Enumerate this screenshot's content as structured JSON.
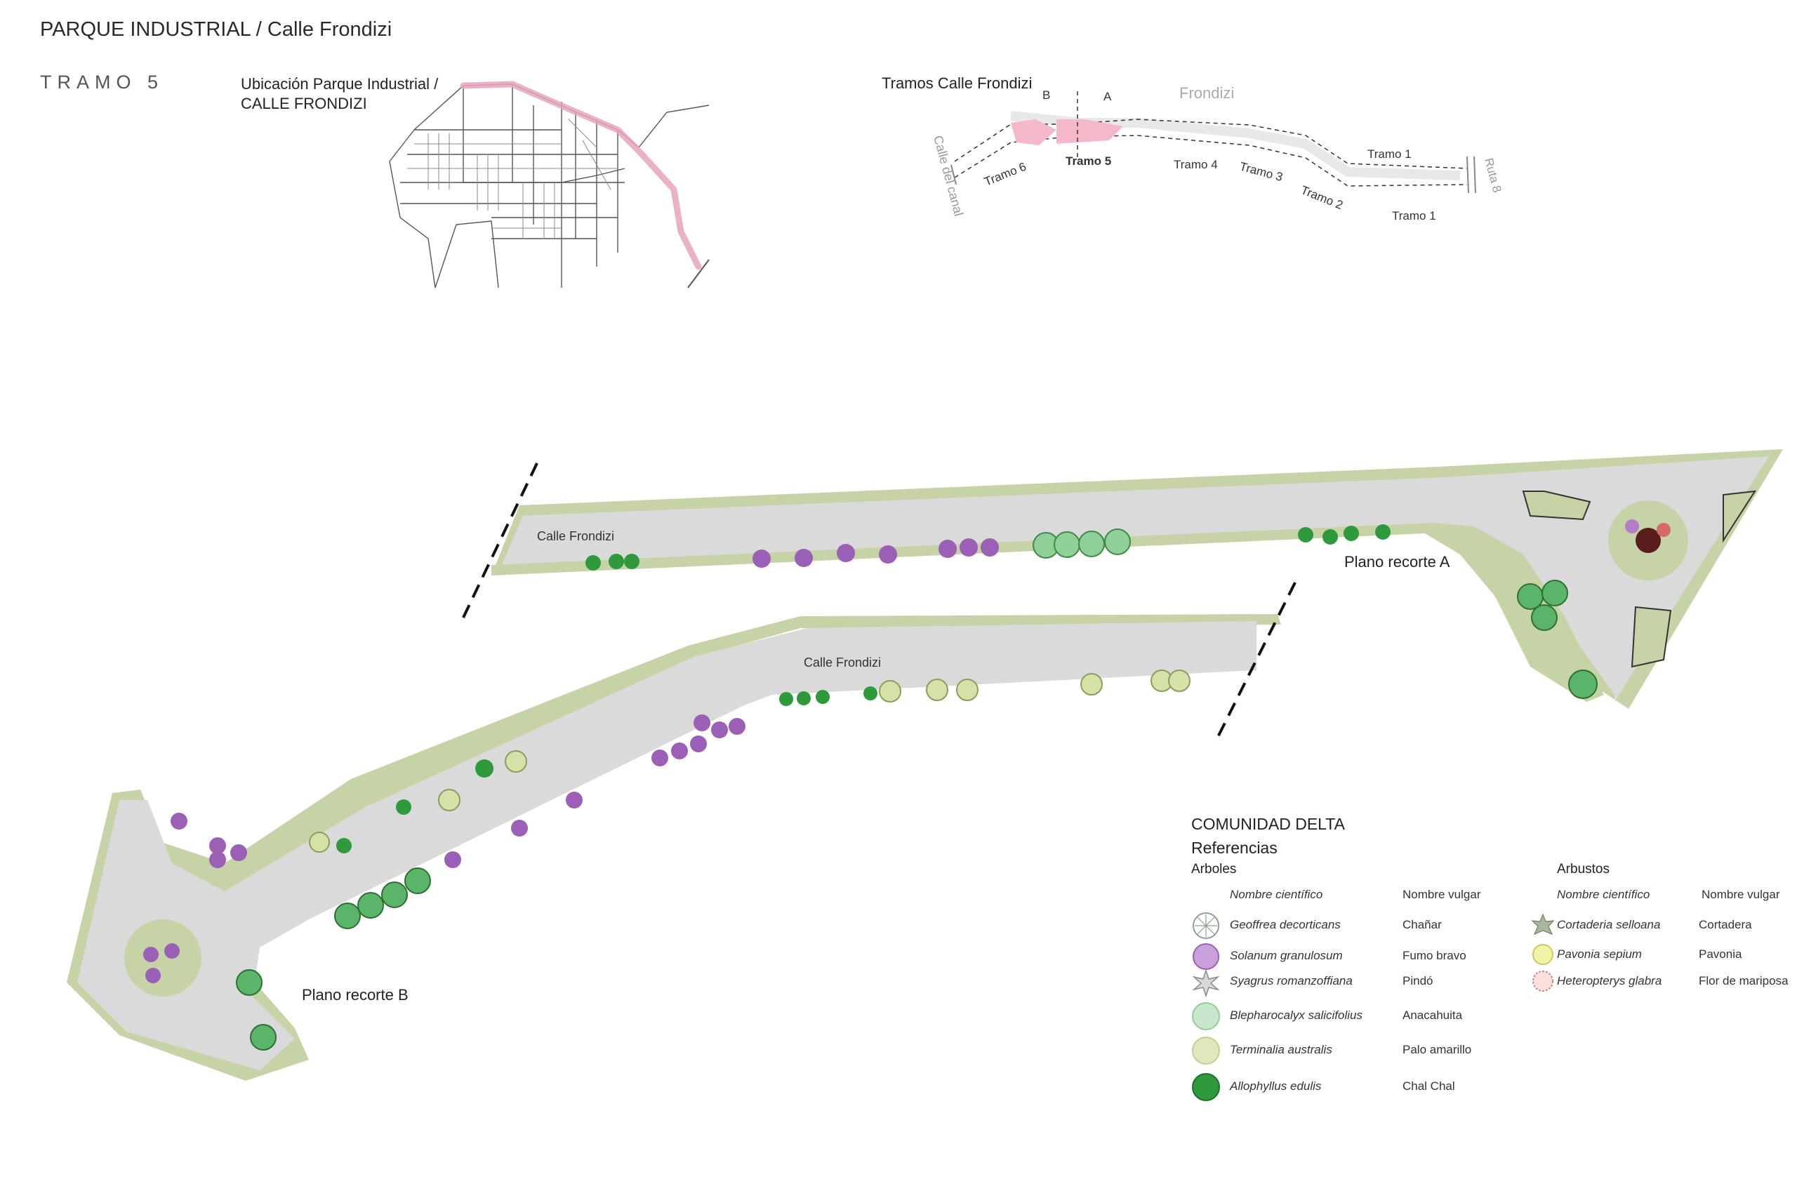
{
  "header": {
    "title": "PARQUE INDUSTRIAL / Calle Frondizi",
    "section": "TRAMO 5"
  },
  "location_map": {
    "title_line1": "Ubicación Parque Industrial /",
    "title_line2": "CALLE FRONDIZI",
    "highlight_color": "#e8a3bd"
  },
  "segments_map": {
    "title": "Tramos Calle Frondizi",
    "labels": {
      "b": "B",
      "a": "A",
      "frondizi": "Frondizi",
      "calle_canal": "Calle del canal",
      "tramo6": "Tramo 6",
      "tramo5": "Tramo 5",
      "tramo4": "Tramo 4",
      "tramo3": "Tramo 3",
      "tramo2": "Tramo 2",
      "tramo1_top": "Tramo 1",
      "tramo1_bottom": "Tramo 1",
      "ruta8": "Ruta 8"
    },
    "highlight_color": "#f4b8c8"
  },
  "plan": {
    "street_label_a": "Calle Frondizi",
    "street_label_b": "Calle Frondizi",
    "recorte_a": "Plano recorte A",
    "recorte_b": "Plano recorte B",
    "road_color": "#d9d9d9",
    "verge_color": "#c5d3a6"
  },
  "legend": {
    "heading1": "COMUNIDAD DELTA",
    "heading2": "Referencias",
    "trees_title": "Arboles",
    "shrubs_title": "Arbustos",
    "col_scientific": "Nombre científico",
    "col_common": "Nombre vulgar",
    "trees": [
      {
        "scientific": "Geoffrea decorticans",
        "common": "Chañar",
        "icon": "geoffrea-icon",
        "color": "#ffffff"
      },
      {
        "scientific": "Solanum granulosum",
        "common": "Fumo bravo",
        "icon": "solanum-icon",
        "color": "#b57dc9"
      },
      {
        "scientific": "Syagrus romanzoffiana",
        "common": "Pindó",
        "icon": "syagrus-icon",
        "color": "#bdbdbd"
      },
      {
        "scientific": "Blepharocalyx salicifolius",
        "common": "Anacahuita",
        "icon": "blepharocalyx-icon",
        "color": "#9fd6a6"
      },
      {
        "scientific": "Terminalia australis",
        "common": "Palo amarillo",
        "icon": "terminalia-icon",
        "color": "#d4e2a8"
      },
      {
        "scientific": "Allophyllus edulis",
        "common": "Chal Chal",
        "icon": "allophyllus-icon",
        "color": "#2f9a3c"
      }
    ],
    "shrubs": [
      {
        "scientific": "Cortaderia selloana",
        "common": "Cortadera",
        "icon": "cortaderia-icon",
        "color": "#8a9e7c"
      },
      {
        "scientific": "Pavonia sepium",
        "common": "Pavonia",
        "icon": "pavonia-icon",
        "color": "#ecec8a"
      },
      {
        "scientific": "Heteropterys glabra",
        "common": "Flor de mariposa",
        "icon": "heteropterys-icon",
        "color": "#f2b6b6"
      }
    ]
  }
}
